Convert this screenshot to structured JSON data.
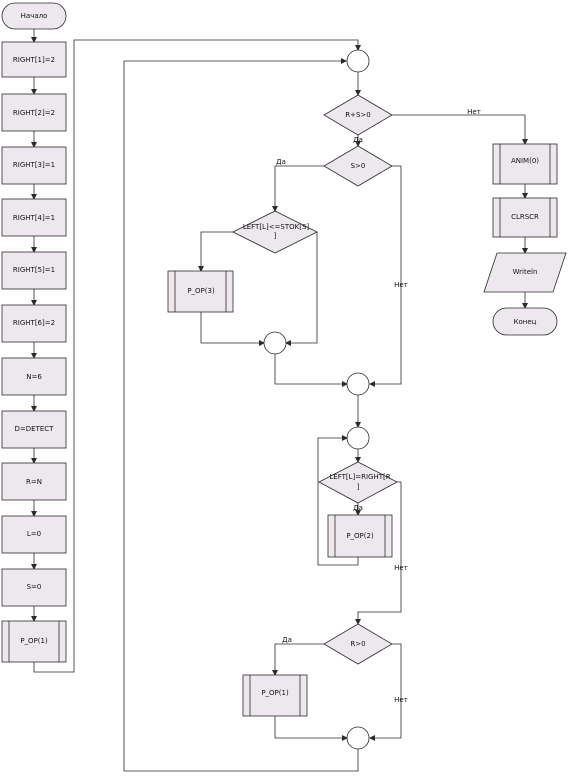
{
  "colors": {
    "fill": "#ede8ee",
    "stroke": "#2b2b2b",
    "background": "#ffffff"
  },
  "nodes": {
    "start": "Начало",
    "right1": "RIGHT[1]=2",
    "right2": "RIGHT[2]=2",
    "right3": "RIGHT[3]=1",
    "right4": "RIGHT[4]=1",
    "right5": "RIGHT[5]=1",
    "right6": "RIGHT[6]=2",
    "n": "N=6",
    "d": "D=DETECT",
    "r": "R=N",
    "l": "L=0",
    "s": "S=0",
    "pop1_left": "P_OP(1)",
    "cond_r0": "R+S>0",
    "cond_s0": "S>0",
    "cond_left_stok": "LEFT[L]<=STOK[S]",
    "cond_left_stok_tail": "]",
    "pop3": "P_OP(3)",
    "cond_left_right": "LEFT[L]=RIGHT[R",
    "cond_left_right_tail": "]",
    "pop2": "P_OP(2)",
    "cond_r_gt0": "R>0",
    "pop1_right": "P_OP(1)",
    "anim": "ANIM(0)",
    "clrscr": "CLRSCR",
    "writeln": "Writeln",
    "end": "Конец"
  },
  "labels": {
    "yes": "Да",
    "no": "Нет"
  }
}
